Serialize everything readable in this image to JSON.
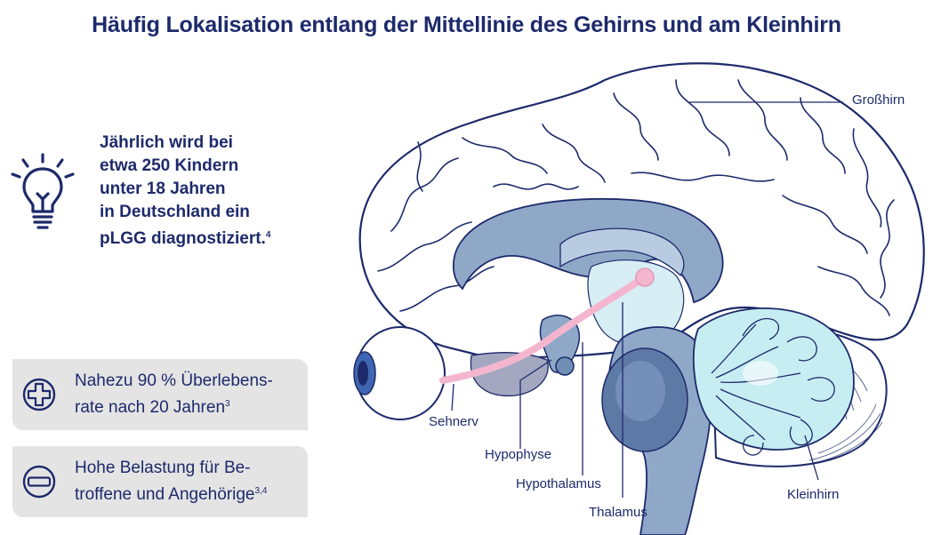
{
  "title": "Häufig Lokalisation entlang der Mittellinie des Gehirns und am Kleinhirn",
  "fact": {
    "lines": [
      "Jährlich wird bei",
      "etwa 250 Kindern",
      "unter 18 Jahren",
      "in Deutschland ein",
      "pLGG diagnostiziert."
    ],
    "footnote": "4",
    "icon": "lightbulb-icon"
  },
  "cards": [
    {
      "icon": "plus-circle-icon",
      "lines": [
        "Nahezu 90 % Überlebens-",
        "rate nach 20 Jahren"
      ],
      "footnote": "3"
    },
    {
      "icon": "minus-circle-icon",
      "lines": [
        "Hohe Belastung für Be-",
        "troffene und Angehörige"
      ],
      "footnote": "3,4"
    }
  ],
  "labels": {
    "grosshirn": "Großhirn",
    "sehnerv": "Sehnerv",
    "hypophyse": "Hypophyse",
    "hypothalamus": "Hypothalamus",
    "thalamus": "Thalamus",
    "kleinhirn": "Kleinhirn"
  },
  "colors": {
    "navy": "#1d2a6b",
    "card_bg": "#e4e4e4",
    "brain_outline": "#1d2a6b",
    "ventricle": "#8fa8c8",
    "optic_nerve": "#f4b6cf",
    "cerebellum": "#c6eef2"
  }
}
